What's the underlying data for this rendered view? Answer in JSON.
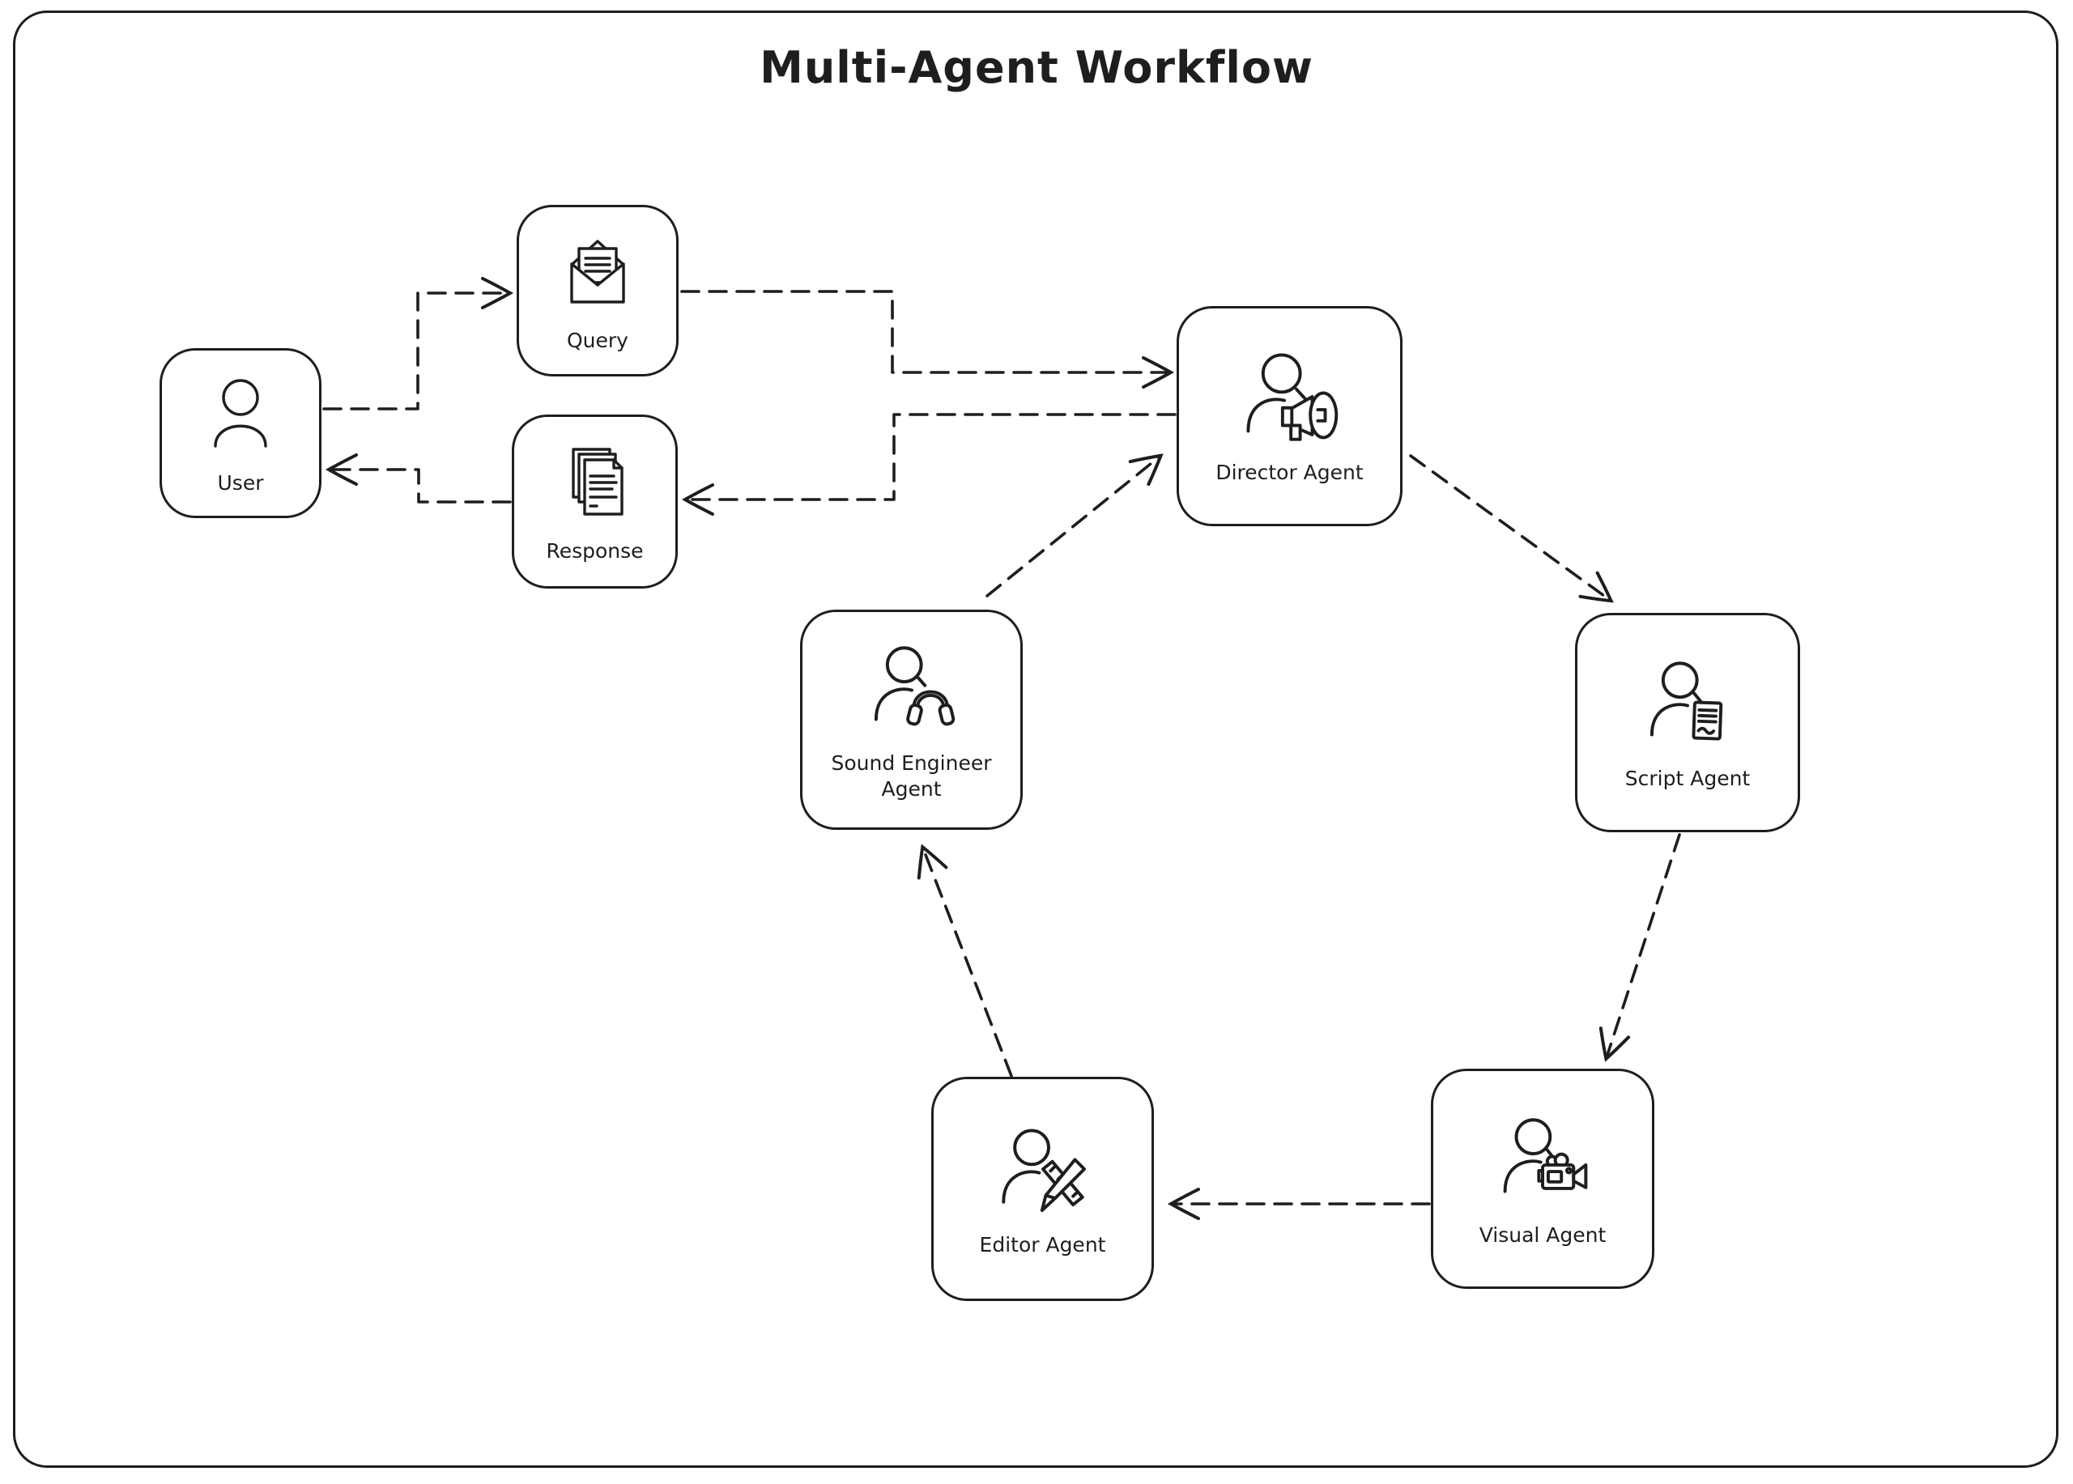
{
  "title": "Multi-Agent Workflow",
  "colors": {
    "stroke": "#1e1e1e",
    "node_fill": "#ffffff",
    "background": "#ffffff"
  },
  "nodes": [
    {
      "id": "user",
      "label": "User",
      "icon": "person-icon"
    },
    {
      "id": "query",
      "label": "Query",
      "icon": "envelope-letter-icon"
    },
    {
      "id": "response",
      "label": "Response",
      "icon": "documents-stack-icon"
    },
    {
      "id": "director",
      "label": "Director Agent",
      "icon": "person-megaphone-icon"
    },
    {
      "id": "script",
      "label": "Script Agent",
      "icon": "person-document-icon"
    },
    {
      "id": "visual",
      "label": "Visual Agent",
      "icon": "person-video-camera-icon"
    },
    {
      "id": "editor",
      "label": "Editor Agent",
      "icon": "person-editing-tools-icon"
    },
    {
      "id": "sound",
      "label": "Sound Engineer Agent",
      "icon": "person-headphones-icon"
    }
  ],
  "edges": [
    {
      "from": "user",
      "to": "query",
      "style": "dashed"
    },
    {
      "from": "query",
      "to": "director",
      "style": "dashed"
    },
    {
      "from": "director",
      "to": "response",
      "style": "dashed"
    },
    {
      "from": "response",
      "to": "user",
      "style": "dashed"
    },
    {
      "from": "director",
      "to": "script",
      "style": "dashed"
    },
    {
      "from": "script",
      "to": "visual",
      "style": "dashed"
    },
    {
      "from": "visual",
      "to": "editor",
      "style": "dashed"
    },
    {
      "from": "editor",
      "to": "sound",
      "style": "dashed"
    },
    {
      "from": "sound",
      "to": "director",
      "style": "dashed"
    }
  ]
}
